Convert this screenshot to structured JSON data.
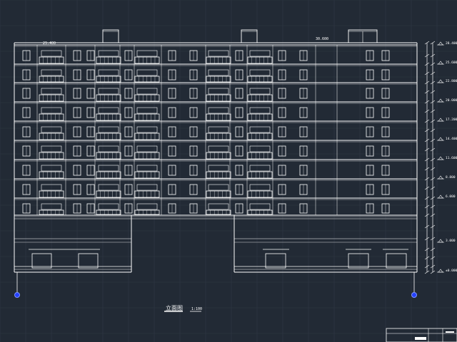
{
  "drawing": {
    "background": "#222a35",
    "grid_color": "#2f3845",
    "line_color": "#ffffff",
    "axis_color": "#4a6cff",
    "roof_level_label": "29.400",
    "roof_level_label_right": "30.600",
    "elevation_title": "立面图",
    "elevation_scale": "1:100",
    "floor_levels": [
      "28.400",
      "25.600",
      "22.800",
      "20.000",
      "17.200",
      "14.400",
      "11.600",
      "8.800",
      "6.000",
      "3.000",
      "±0.000"
    ],
    "title_block_label": ""
  }
}
